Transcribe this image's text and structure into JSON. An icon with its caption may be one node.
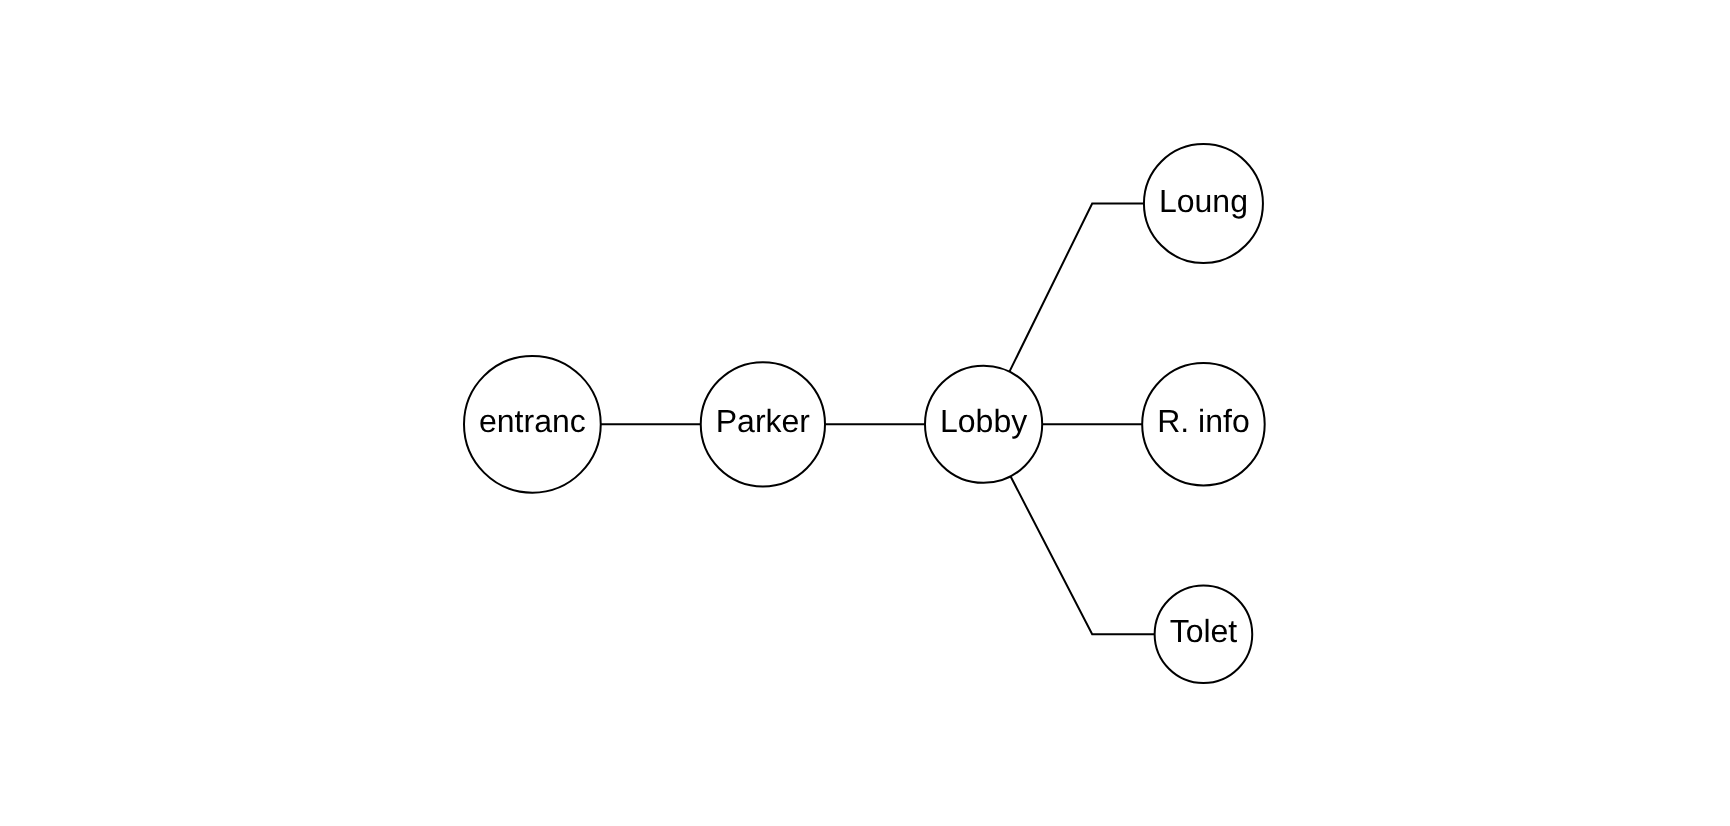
{
  "diagram": {
    "nodes": [
      {
        "text": [
          "entranc"
        ]
      },
      {
        "text": [
          "Parker"
        ]
      },
      {
        "text": [
          "Lobby"
        ]
      },
      {
        "text": [
          "Loung"
        ]
      },
      {
        "text": [
          "R. info"
        ]
      },
      {
        "text": [
          "Tolet"
        ]
      }
    ],
    "edges": [
      {
        "from": 0,
        "to": 1,
        "arrow": "none"
      },
      {
        "from": 1,
        "to": 2,
        "arrow": "none"
      },
      {
        "from": 2,
        "to": 3,
        "arrow": "none"
      },
      {
        "from": 2,
        "to": 4,
        "arrow": "none"
      },
      {
        "from": 2,
        "to": 5,
        "arrow": "none"
      }
    ]
  }
}
